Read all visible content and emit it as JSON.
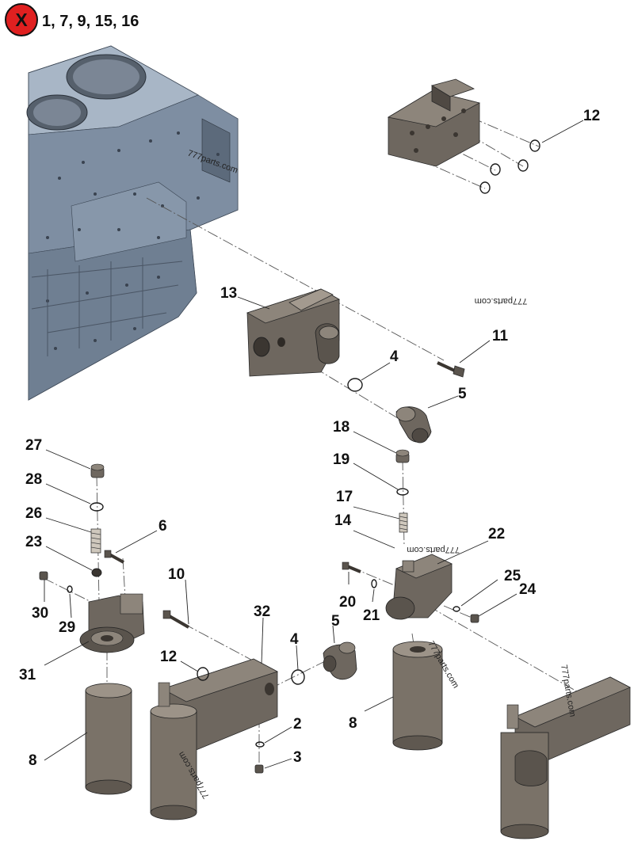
{
  "header": {
    "excluded_icon_text": "X",
    "excluded_items": "1, 7, 9, 15, 16"
  },
  "callouts": [
    {
      "id": "c12a",
      "text": "12"
    },
    {
      "id": "c13",
      "text": "13"
    },
    {
      "id": "c11",
      "text": "11"
    },
    {
      "id": "c4a",
      "text": "4"
    },
    {
      "id": "c5a",
      "text": "5"
    },
    {
      "id": "c18",
      "text": "18"
    },
    {
      "id": "c19",
      "text": "19"
    },
    {
      "id": "c17",
      "text": "17"
    },
    {
      "id": "c14",
      "text": "14"
    },
    {
      "id": "c22",
      "text": "22"
    },
    {
      "id": "c25",
      "text": "25"
    },
    {
      "id": "c24",
      "text": "24"
    },
    {
      "id": "c20",
      "text": "20"
    },
    {
      "id": "c21",
      "text": "21"
    },
    {
      "id": "c8a",
      "text": "8"
    },
    {
      "id": "c27",
      "text": "27"
    },
    {
      "id": "c28",
      "text": "28"
    },
    {
      "id": "c26",
      "text": "26"
    },
    {
      "id": "c23",
      "text": "23"
    },
    {
      "id": "c6",
      "text": "6"
    },
    {
      "id": "c10",
      "text": "10"
    },
    {
      "id": "c32",
      "text": "32"
    },
    {
      "id": "c30",
      "text": "30"
    },
    {
      "id": "c29",
      "text": "29"
    },
    {
      "id": "c31",
      "text": "31"
    },
    {
      "id": "c12b",
      "text": "12"
    },
    {
      "id": "c4b",
      "text": "4"
    },
    {
      "id": "c5b",
      "text": "5"
    },
    {
      "id": "c2",
      "text": "2"
    },
    {
      "id": "c3",
      "text": "3"
    },
    {
      "id": "c8b",
      "text": "8"
    }
  ],
  "watermark": "777parts.com",
  "colors": {
    "engine_block": "#8d9db0",
    "engine_block_shadow": "#6f7f92",
    "component": "#6e675f",
    "component_dark": "#4f4943",
    "component_light": "#8d857b",
    "filter": "#7a7268",
    "header_badge": "#e02020"
  }
}
